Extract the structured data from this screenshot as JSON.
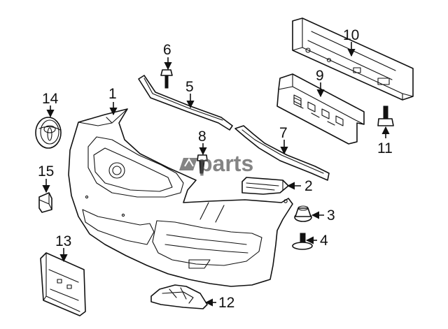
{
  "watermark": {
    "text": "parts"
  },
  "callouts": [
    {
      "id": "1",
      "label": "1"
    },
    {
      "id": "2",
      "label": "2"
    },
    {
      "id": "3",
      "label": "3"
    },
    {
      "id": "4",
      "label": "4"
    },
    {
      "id": "5",
      "label": "5"
    },
    {
      "id": "6",
      "label": "6"
    },
    {
      "id": "7",
      "label": "7"
    },
    {
      "id": "8",
      "label": "8"
    },
    {
      "id": "9",
      "label": "9"
    },
    {
      "id": "10",
      "label": "10"
    },
    {
      "id": "11",
      "label": "11"
    },
    {
      "id": "12",
      "label": "12"
    },
    {
      "id": "13",
      "label": "13"
    },
    {
      "id": "14",
      "label": "14"
    },
    {
      "id": "15",
      "label": "15"
    }
  ]
}
